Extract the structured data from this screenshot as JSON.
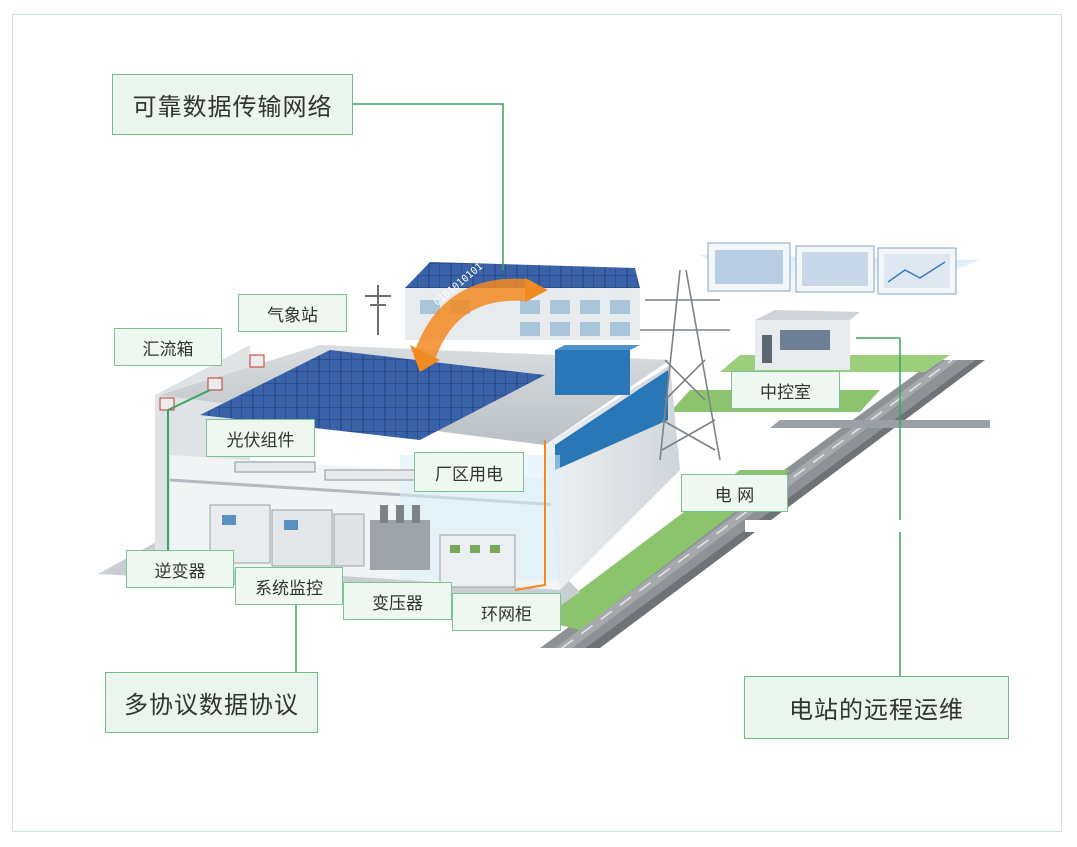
{
  "labels": {
    "reliable_network": "可靠数据传输网络",
    "weather_station": "气象站",
    "combiner_box": "汇流箱",
    "pv_modules": "光伏组件",
    "plant_power": "厂区用电",
    "grid": "电 网",
    "control_room": "中控室",
    "inverter": "逆变器",
    "system_monitoring": "系统监控",
    "transformer": "变压器",
    "ring_main_unit": "环网柜",
    "multi_protocol": "多协议数据协议",
    "remote_ops": "电站的远程运维"
  },
  "data_stream": "0101010101",
  "colors": {
    "accent_green": "#3aa35c",
    "label_bg": "#eef7f0",
    "label_border": "#7cc294",
    "data_orange": "#f28a22",
    "panel_blue": "#2d4f8e",
    "cabinet_blue": "#2a77b8"
  }
}
